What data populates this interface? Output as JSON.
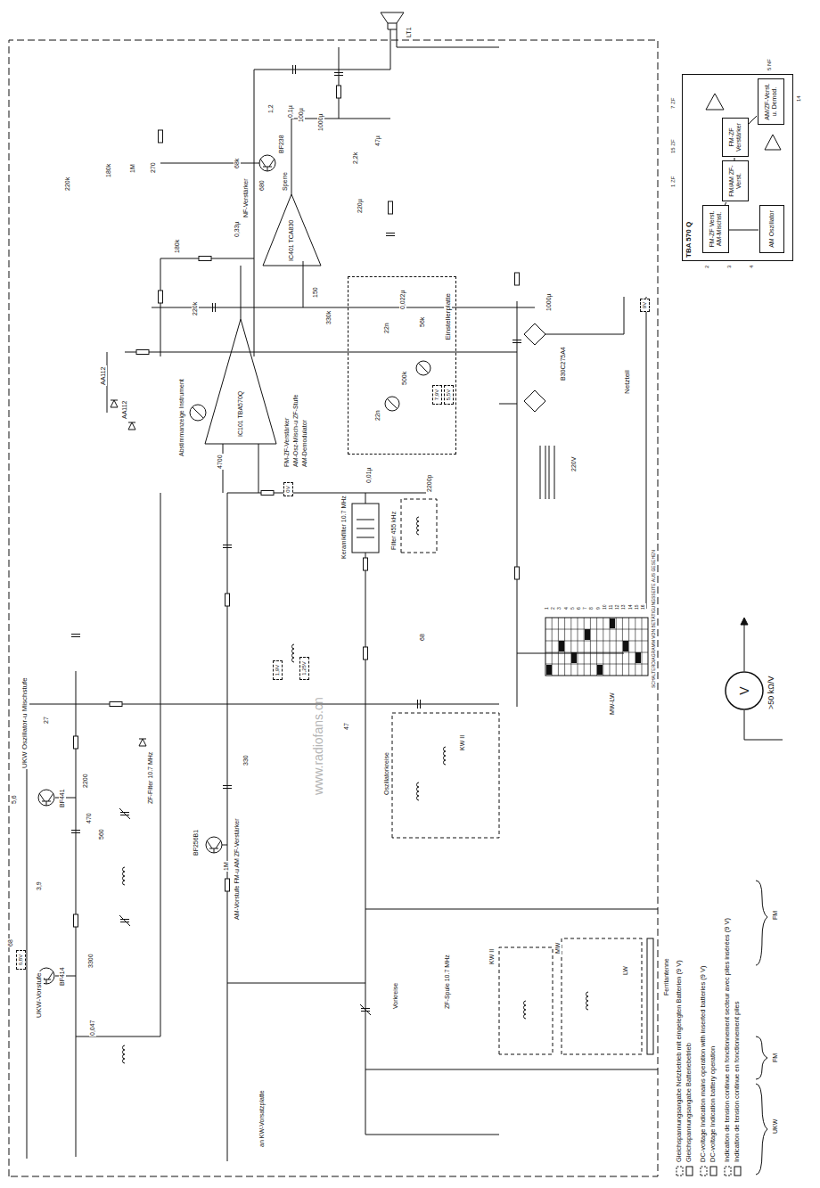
{
  "diagram": {
    "nodes": [
      {
        "text": [
          "TBA 570 Q"
        ]
      },
      {
        "text": [
          "FM-ZF Verst. AM-Mischst."
        ],
        "in": 0
      },
      {
        "text": [
          "FM/AM ZF-Verst."
        ],
        "in": 0
      },
      {
        "text": [
          "FM-ZF Verstärker"
        ],
        "in": 0
      },
      {
        "text": [
          "AM/ZF-Verst. u. Demod."
        ],
        "in": 0
      },
      {
        "text": [
          "AM Oszillator"
        ],
        "in": 0
      },
      {
        "text": [
          "Einstellerplatte"
        ]
      },
      {
        "text": [
          "7,9V"
        ],
        "in": 6
      },
      {
        "text": [
          "5,5V"
        ],
        "in": 6
      },
      {
        "text": [
          "V"
        ]
      },
      {
        "text": [
          "6,8V"
        ]
      },
      {
        "text": [
          "0V"
        ]
      },
      {
        "text": [
          "1,9V"
        ]
      },
      {
        "text": [
          "1,25V"
        ]
      },
      {
        "text": [
          "9V"
        ]
      }
    ],
    "edges": [
      {
        "from": 5,
        "to": 1,
        "arrow": "none"
      },
      {
        "from": 1,
        "to": 2,
        "arrow": "none"
      },
      {
        "from": 2,
        "to": 3,
        "arrow": "none"
      },
      {
        "from": 3,
        "to": 4,
        "arrow": "none"
      }
    ],
    "labels": [
      "UKW-Vorstufe",
      "BF414",
      "UKW Oszillator-u Mischstufe",
      "BF441",
      "ZF-Filter 10.7 MHz",
      "AM-Vorstufe FM-u AM ZF-Verstärker",
      "BF256B1",
      "FM-ZF-Verstärker",
      "AM-Osz-Misch-u ZF-Stufe",
      "AM-Demodulator",
      "IC101 TBA570Q",
      "Sperre",
      "BF238",
      "Abstimmanzeige Instrument",
      "NF-Verstärker",
      "IC401 TCA830",
      "Keramikfilter 10.7 MHz",
      "Filter 455 kHz",
      "Oszillatorkreise",
      "KW II",
      "MW-LW",
      "Vorkreise",
      "ZF-Spule 10.7 MHz",
      "KW II",
      "MW",
      "LW",
      "Ferritantenne",
      "an KW-Vorsatzplatte",
      "Netzteil",
      "SCHALTERDIAGRAMM VON BETÄTIGUNGSSEITE AUS GESEHEN",
      ">50 kΩ/V",
      "UKW",
      "FM",
      "FM",
      "www.radiofans.cn",
      "68",
      "3,9",
      "5,6",
      "2200",
      "470",
      "560",
      "3300",
      "0,047",
      "27",
      "1M",
      "330",
      "47",
      "68",
      "0,01µ",
      "2200p",
      "1M",
      "220k",
      "180k",
      "270",
      "68k",
      "680",
      "0,1µ",
      "1,2",
      "100µ",
      "1000µ",
      "2,2k",
      "47µ",
      "220µ",
      "0,33µ",
      "150",
      "330k",
      "180k",
      "220k",
      "22n",
      "0,022µ",
      "56k",
      "500k",
      "22n",
      "1000µ",
      "B30C275A4",
      "220V",
      "LT1",
      "AA112",
      "AA112",
      "4700",
      "7 ZF",
      "15 ZF",
      "1 ZF",
      "5 NF",
      "14",
      "2",
      "3",
      "4",
      "1",
      "2",
      "3",
      "4",
      "5",
      "6",
      "7",
      "8",
      "9",
      "10",
      "11",
      "12",
      "13",
      "14",
      "15",
      "16"
    ],
    "legend": [
      {
        "text": "Gleichspannungsangabe Netzbetrieb mit eingelegten Batterien (9 V)"
      },
      {
        "text": "Gleichspannungsangabe Batteriebetrieb"
      },
      {
        "text": "DC-voltage Indication mains operation with inserted batteries (9 V)"
      },
      {
        "text": "DC-voltage Indication battery operation"
      },
      {
        "text": "Indication de tension continue en fonctionnement secteur avec piles insérées (9 V)"
      },
      {
        "text": "Indication de tension continue en fonctionnement piles"
      }
    ]
  }
}
